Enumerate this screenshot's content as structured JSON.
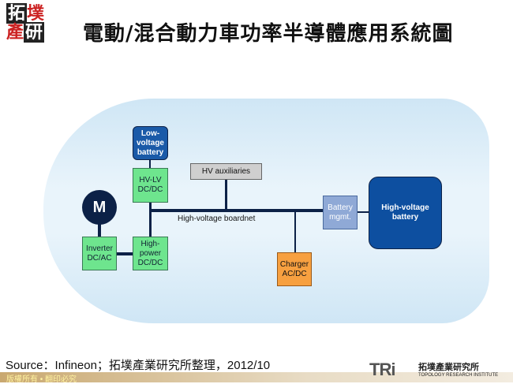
{
  "logo": {
    "text": "拓墣產研"
  },
  "title": "電動/混合動力車功率半導體應用系統圖",
  "diagram": {
    "motor": "M",
    "low_voltage_battery": "Low-voltage battery",
    "hvlv": "HV-LV DC/DC",
    "hv_aux": "HV auxiliaries",
    "inverter": "Inverter DC/AC",
    "high_power": "High-power DC/DC",
    "boardnet": "High-voltage boardnet",
    "battery_mgmt": "Battery mgmt.",
    "hv_battery": "High-voltage battery",
    "charger": "Charger AC/DC"
  },
  "source": "Source：Infineon；拓墣產業研究所整理，2012/10",
  "footer": {
    "copyright": "版權所有 • 翻印必究",
    "brand": "TRi",
    "brand_cn": "拓墣產業研究所",
    "brand_en": "TOPOLOGY RESEARCH INSTITUTE"
  }
}
